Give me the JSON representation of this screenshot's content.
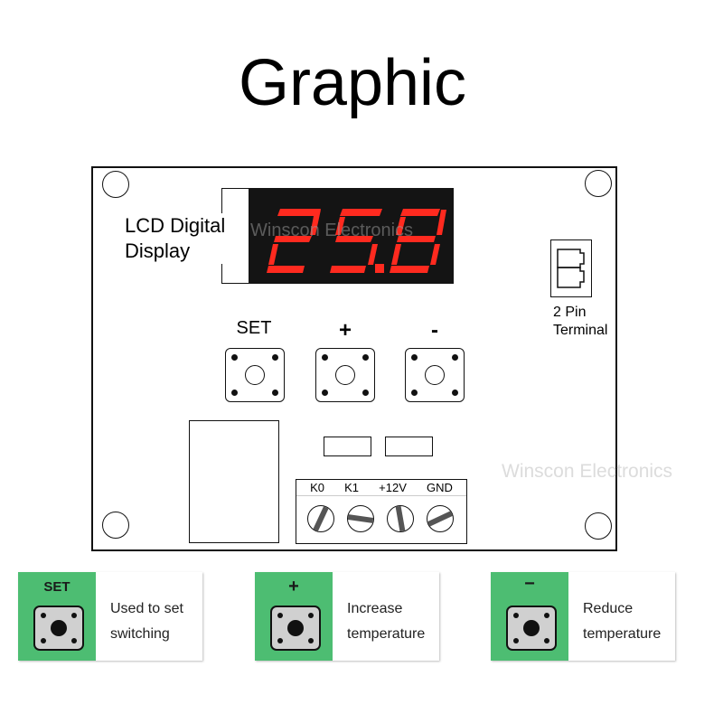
{
  "title": "Graphic",
  "board": {
    "lcd": {
      "label_line1": "LCD Digital",
      "label_line2": "Display",
      "reading": "25.8",
      "digit_color": "#ff2a1f",
      "background_color": "#141414"
    },
    "terminal_2pin": {
      "label_line1": "2 Pin",
      "label_line2": "Terminal"
    },
    "buttons": [
      {
        "label": "SET"
      },
      {
        "label": "+"
      },
      {
        "label": "-"
      }
    ],
    "screw_terminal": {
      "pins": [
        "K0",
        "K1",
        "+12V",
        "GND"
      ]
    }
  },
  "watermark": "Winscon Electronics",
  "legend": [
    {
      "symbol": "SET",
      "line1": "Used to set",
      "line2": "switching"
    },
    {
      "symbol": "+",
      "line1": "Increase",
      "line2": "temperature"
    },
    {
      "symbol": "−",
      "line1": "Reduce",
      "line2": "temperature"
    }
  ],
  "colors": {
    "legend_green": "#4dbd72",
    "outline": "#111111",
    "legend_button_fill": "#d0d0d0"
  }
}
